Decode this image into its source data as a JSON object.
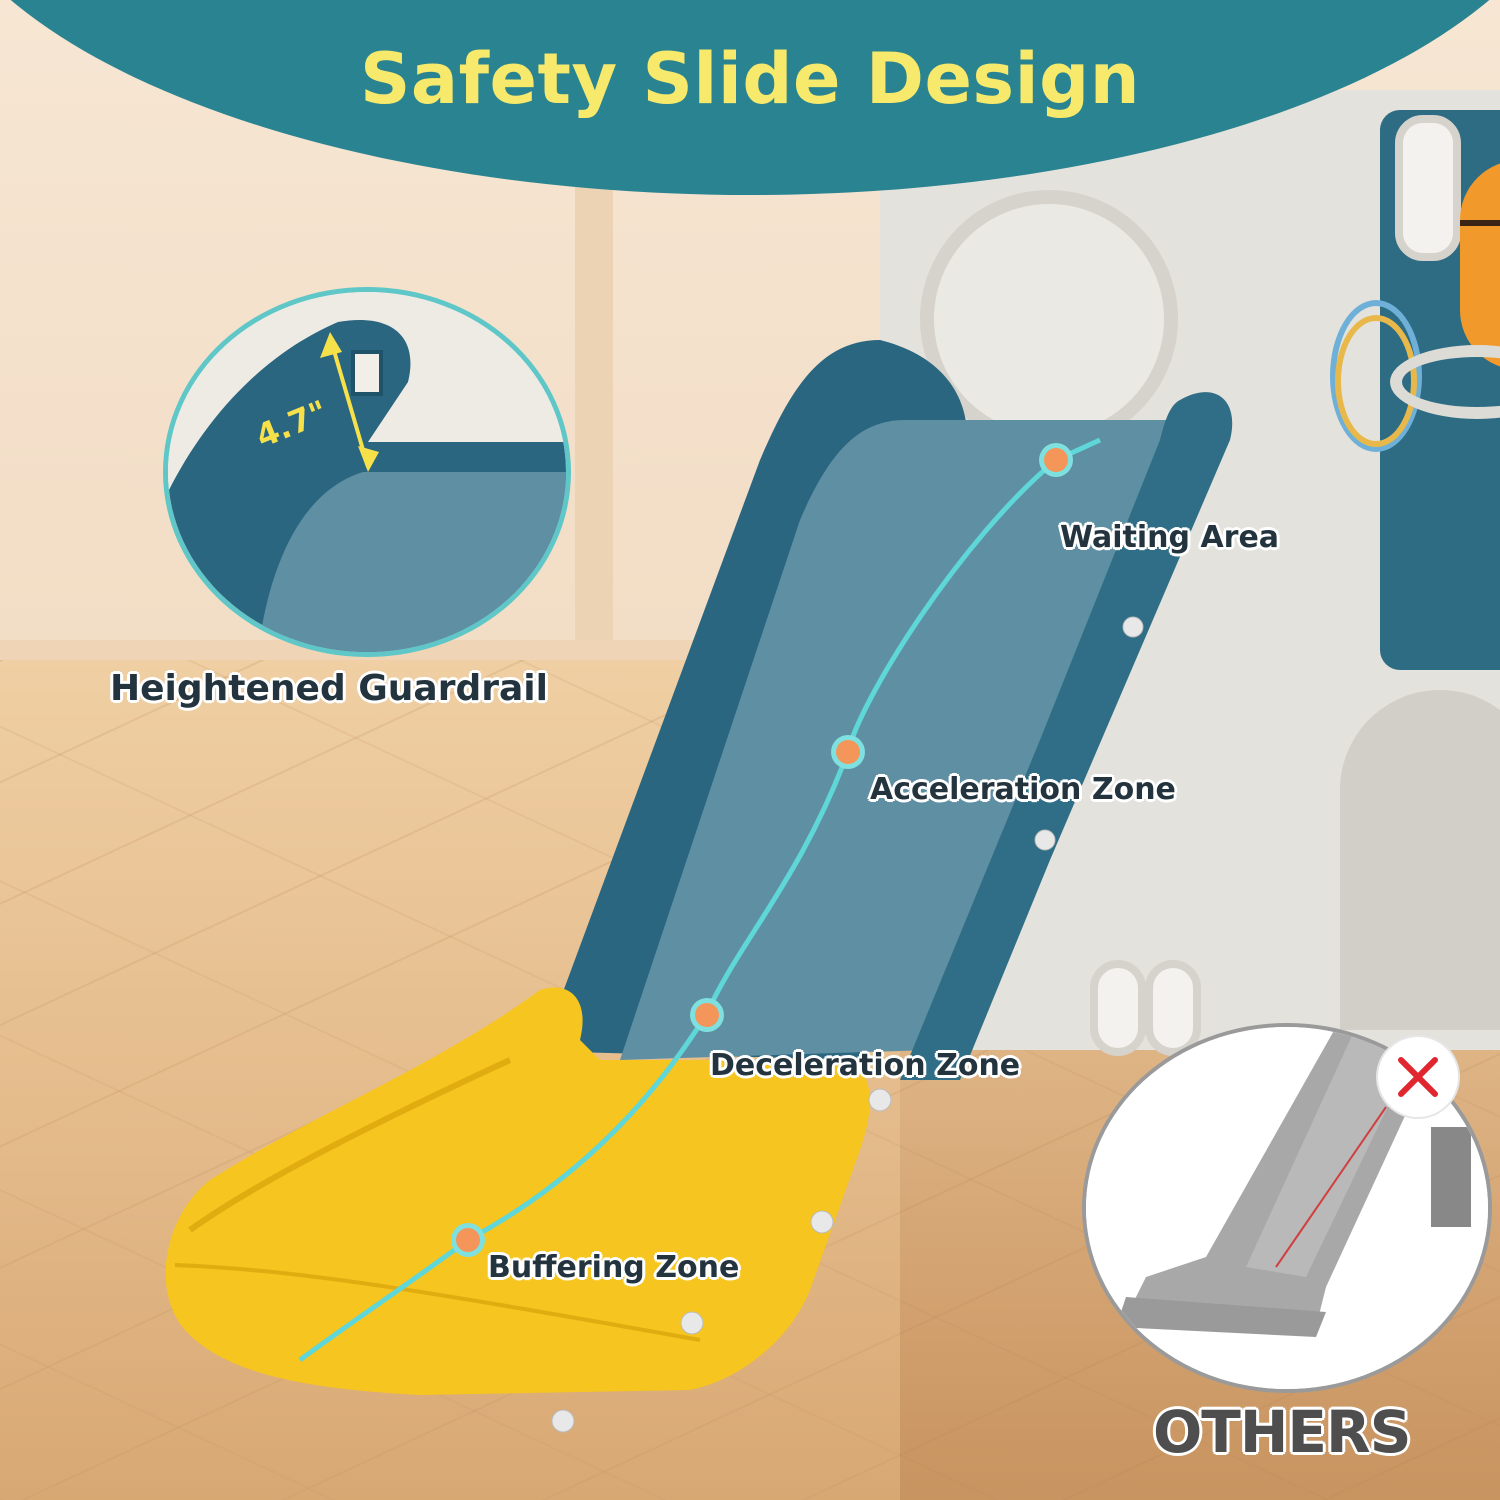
{
  "header": {
    "title": "Safety Slide Design"
  },
  "insets": {
    "guardrail": {
      "measurement": "4.7\"",
      "caption": "Heightened Guardrail"
    },
    "others": {
      "caption": "OTHERS",
      "badge_icon": "red-x-icon"
    }
  },
  "zones": [
    {
      "label": "Waiting Area"
    },
    {
      "label": "Acceleration Zone"
    },
    {
      "label": "Deceleration Zone"
    },
    {
      "label": "Buffering Zone"
    }
  ],
  "colors": {
    "banner": "#2a8390",
    "title": "#f7e96b",
    "slide_blue": "#2f6e86",
    "slide_yellow": "#f6c51f",
    "path_line": "#5fd6d8",
    "zone_dot": "#f4955a",
    "label_text": "#24343f",
    "x_mark": "#e0262f"
  }
}
